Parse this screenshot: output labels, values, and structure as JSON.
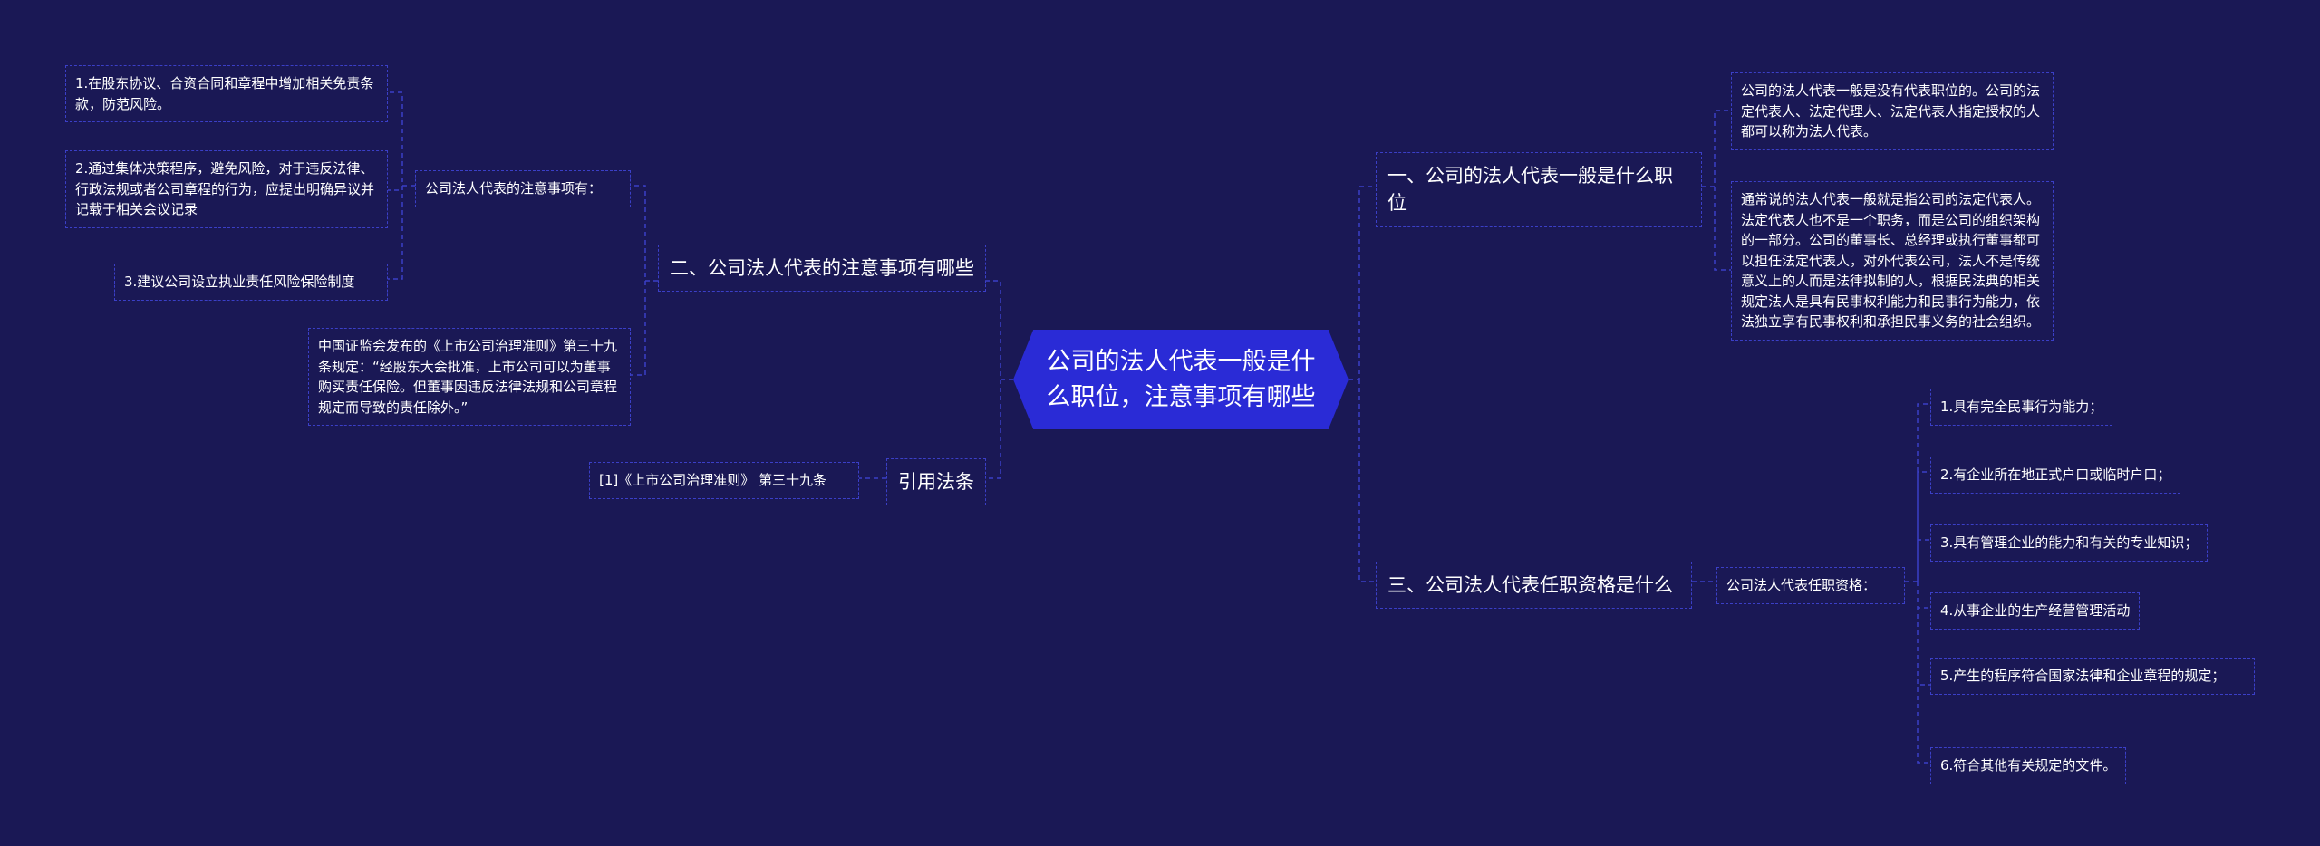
{
  "root": {
    "title": "公司的法人代表一般是什么职位，注意事项有哪些"
  },
  "branches": {
    "b1": {
      "label": "一、公司的法人代表一般是什么职位"
    },
    "b2": {
      "label": "二、公司法人代表的注意事项有哪些"
    },
    "b3": {
      "label": "三、公司法人代表任职资格是什么"
    },
    "b4": {
      "label": "引用法条"
    }
  },
  "b1_children": {
    "c1": "公司的法人代表一般是没有代表职位的。公司的法定代表人、法定代理人、法定代表人指定授权的人都可以称为法人代表。",
    "c2": "通常说的法人代表一般就是指公司的法定代表人。法定代表人也不是一个职务，而是公司的组织架构的一部分。公司的董事长、总经理或执行董事都可以担任法定代表人，对外代表公司，法人不是传统意义上的人而是法律拟制的人，根据民法典的相关规定法人是具有民事权利能力和民事行为能力，依法独立享有民事权利和承担民事义务的社会组织。"
  },
  "b2_children": {
    "sub": "公司法人代表的注意事项有：",
    "items": [
      "1.在股东协议、合资合同和章程中增加相关免责条款，防范风险。",
      "2.通过集体决策程序，避免风险，对于违反法律、行政法规或者公司章程的行为，应提出明确异议并记载于相关会议记录",
      "3.建议公司设立执业责任风险保险制度"
    ],
    "quote": "中国证监会发布的《上市公司治理准则》第三十九条规定：“经股东大会批准，上市公司可以为董事购买责任保险。但董事因违反法律法规和公司章程规定而导致的责任除外。”"
  },
  "b3_children": {
    "sub": "公司法人代表任职资格：",
    "items": [
      "1.具有完全民事行为能力；",
      "2.有企业所在地正式户口或临时户口；",
      "3.具有管理企业的能力和有关的专业知识；",
      "4.从事企业的生产经营管理活动",
      "5.产生的程序符合国家法律和企业章程的规定；",
      "6.符合其他有关规定的文件。"
    ]
  },
  "b4_children": {
    "ref": "[1]《上市公司治理准则》 第三十九条"
  }
}
